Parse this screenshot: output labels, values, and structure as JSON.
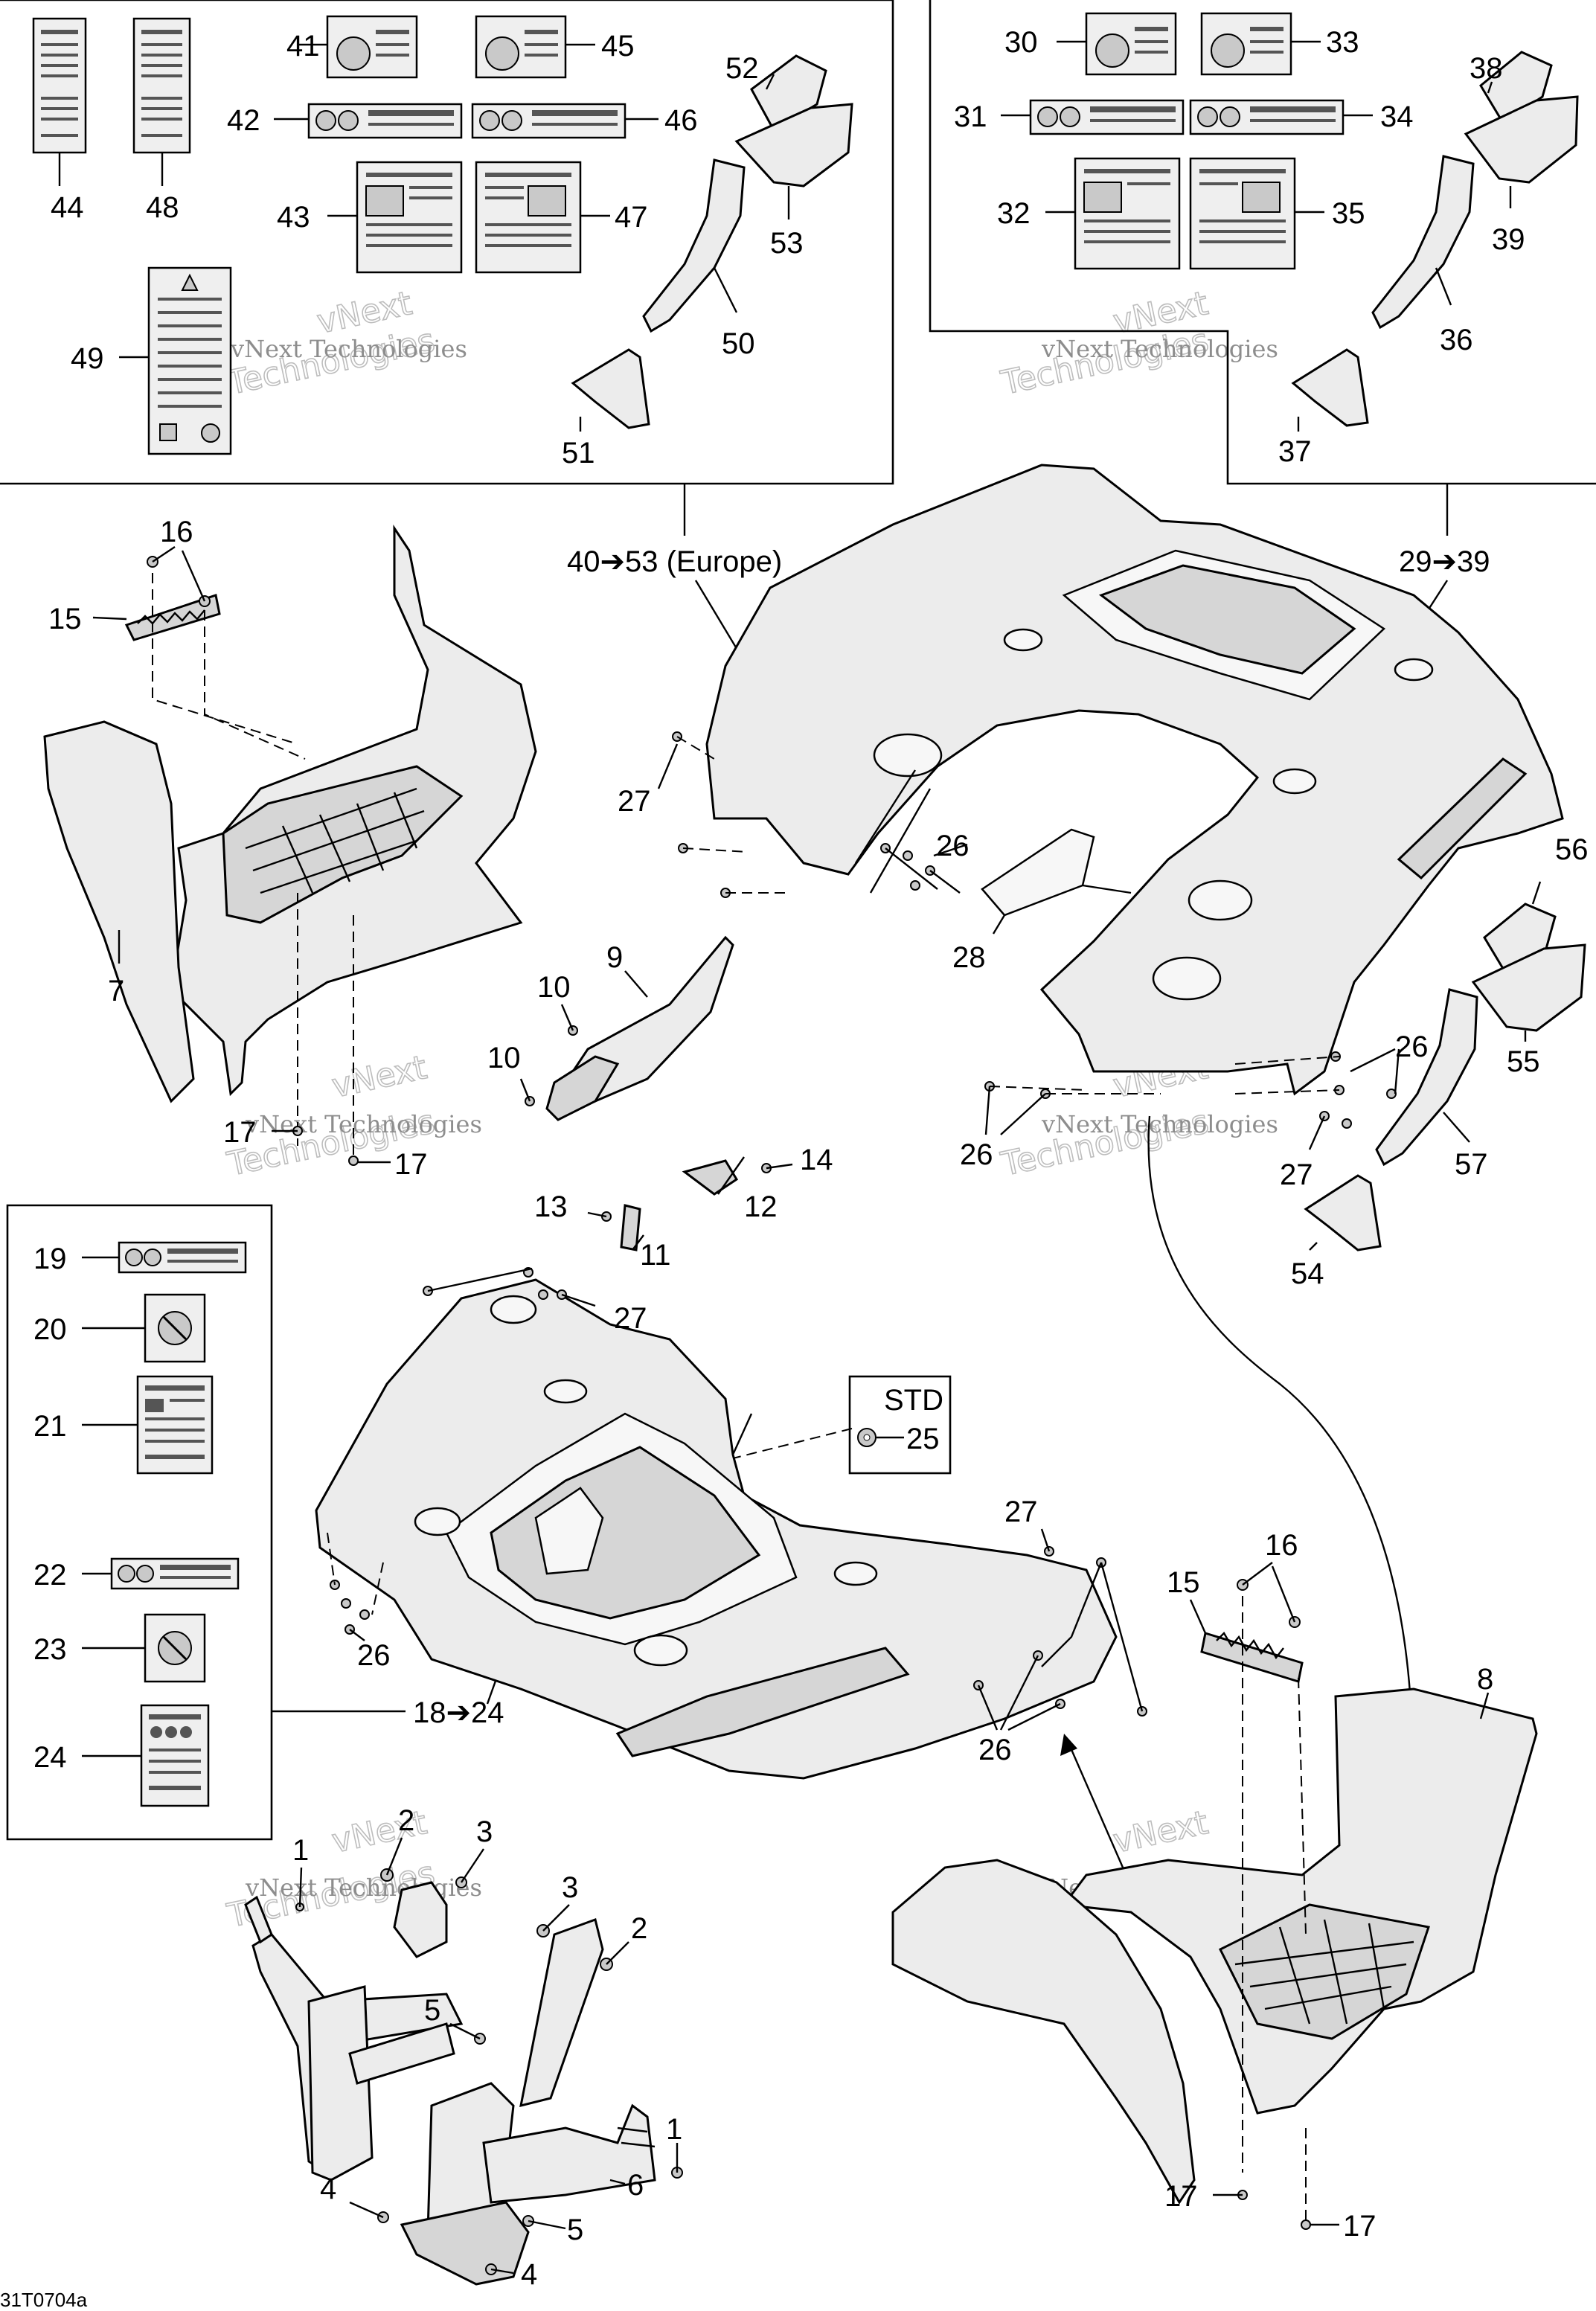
{
  "diagram": {
    "labels": {
      "p1": "1",
      "p2": "2",
      "p3": "3",
      "p4": "4",
      "p5": "5",
      "p6": "6",
      "p7": "7",
      "p8": "8",
      "p9": "9",
      "p10": "10",
      "p11": "11",
      "p12": "12",
      "p13": "13",
      "p14": "14",
      "p15": "15",
      "p16": "16",
      "p17": "17",
      "p19": "19",
      "p20": "20",
      "p21": "21",
      "p22": "22",
      "p23": "23",
      "p24": "24",
      "p25": "25",
      "p26": "26",
      "p27": "27",
      "p28": "28",
      "p30": "30",
      "p31": "31",
      "p32": "32",
      "p33": "33",
      "p34": "34",
      "p35": "35",
      "p36": "36",
      "p37": "37",
      "p38": "38",
      "p39": "39",
      "p41": "41",
      "p42": "42",
      "p43": "43",
      "p44": "44",
      "p45": "45",
      "p46": "46",
      "p47": "47",
      "p48": "48",
      "p49": "49",
      "p50": "50",
      "p51": "51",
      "p52": "52",
      "p53": "53",
      "p54": "54",
      "p55": "55",
      "p56": "56",
      "p57": "57"
    },
    "groups": {
      "europe": "40➔53 (Europe)",
      "g29_39": "29➔39",
      "g18_24": "18➔24"
    },
    "std_label": "STD",
    "reference_code": "31T0704a",
    "watermark": {
      "line1": "vNext",
      "line2": "Technologies",
      "caption": "vNext Technologies"
    }
  }
}
